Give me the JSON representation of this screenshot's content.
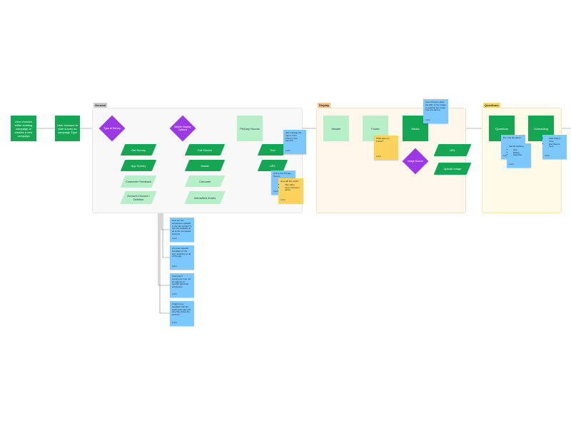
{
  "zones": {
    "general": "General",
    "display": "Display",
    "questions": "Questions"
  },
  "start": {
    "step1": "User chooses either existing campaign or creates a new campaign",
    "step2": "User chooses to start survey as campaign Type"
  },
  "general": {
    "type_of_survey": "Type of Survey",
    "survey_options": [
      "Get Survey",
      "App Survey",
      "Customer Feedback",
      "Account Closure / Deletion"
    ],
    "mobile_display": "Mobile Display Options",
    "display_options": [
      "Full Screen",
      "Modal",
      "Carousel",
      "Intensified Zones"
    ],
    "primary_rooms": "Primary Rooms",
    "room_options": [
      "Text",
      "URL"
    ]
  },
  "display": {
    "header": "Header",
    "footer": "Footer",
    "media": "Media",
    "image_source": "Image Source",
    "image_options": [
      "URL",
      "Upload Image"
    ]
  },
  "questions": {
    "questions": "Questions",
    "scheduling": "Scheduling"
  },
  "notes": {
    "text_note": "Just manage the name of the Primary Text element",
    "url_note": "Link to the Primary Rooms",
    "yellow_note_title": "How will this work?",
    "yellow_note_items": [
      "Title: label",
      "Open Inshow in pause"
    ],
    "footer_note": "What goes on Footer?",
    "media_note": "User chooses either the URL of the Image or uploads the image from the device",
    "q_note_1": "Do I see the above",
    "q_note_2_title": "Add Something",
    "q_note_2_items": [
      "Text",
      "Rating",
      "Selection"
    ],
    "sched_note_items": [
      "Start Date & Time",
      "End Date & Time"
    ],
    "side_note_1": "How are the employees updated in the old module? Is this Not Available at all of the companies sections",
    "side_note_2": "Are there specific feedback on the app, anything on all of the app",
    "side_note_3": "Customer's experience may not be appears in specific particular employees",
    "side_note_4": "Capture any feedback that are leaving the app and why they leave the account",
    "author": "Author"
  }
}
